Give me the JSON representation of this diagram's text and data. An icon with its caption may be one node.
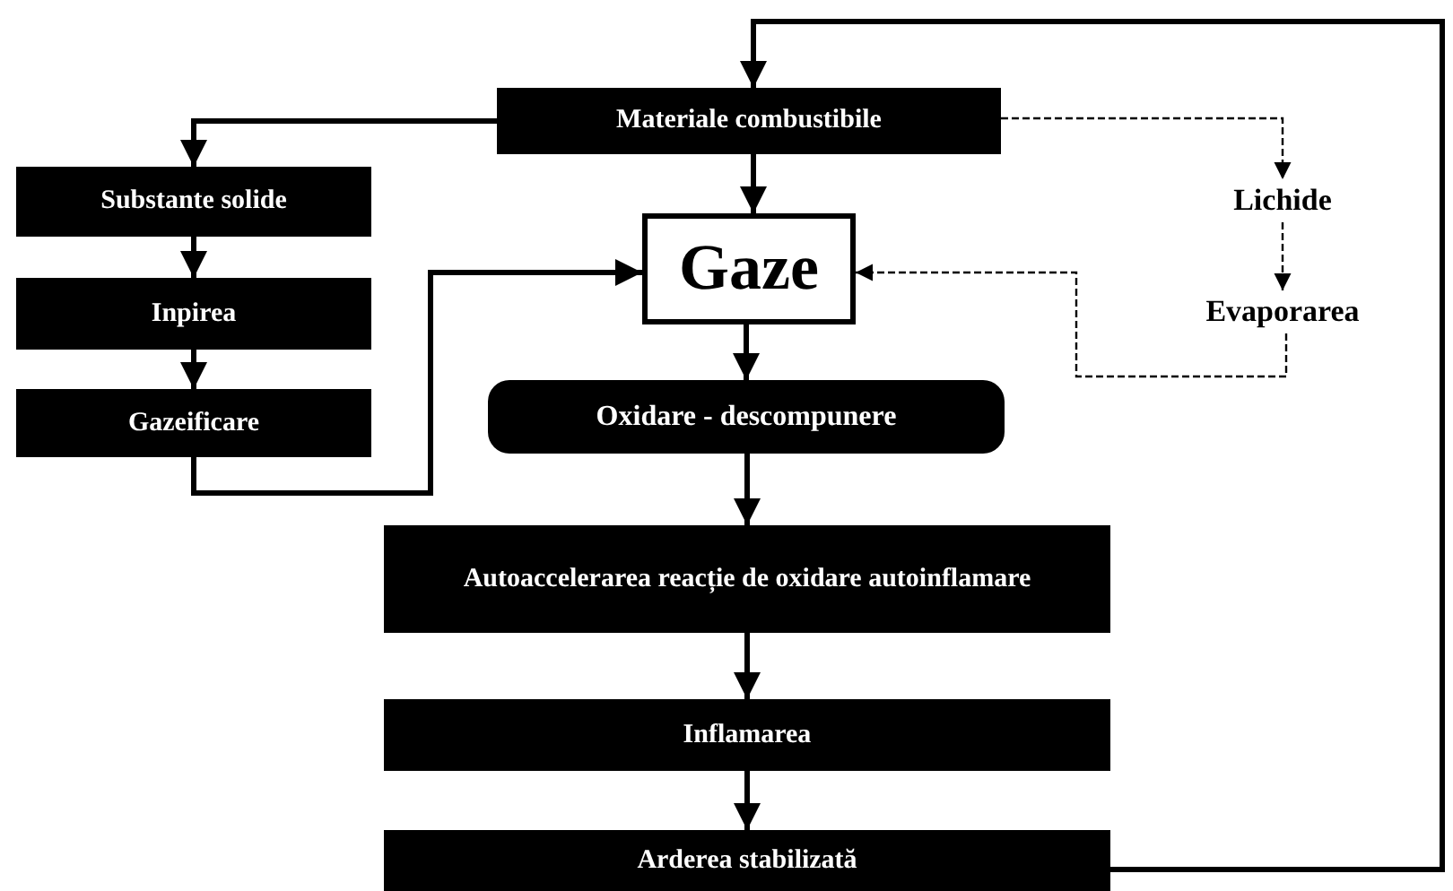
{
  "diagram": {
    "nodes": [
      {
        "text": [
          "Materiale combustibile"
        ]
      },
      {
        "text": [
          "Substante solide"
        ]
      },
      {
        "text": [
          "Inpirea"
        ]
      },
      {
        "text": [
          "Gazeificare"
        ]
      },
      {
        "text": [
          "Gaze"
        ]
      },
      {
        "text": [
          "Lichide"
        ]
      },
      {
        "text": [
          "Evaporarea"
        ]
      },
      {
        "text": [
          "Oxidare - descompunere"
        ]
      },
      {
        "text": [
          "Autoaccelerarea reacție de oxidare autoinflamare"
        ]
      },
      {
        "text": [
          "Inflamarea"
        ]
      },
      {
        "text": [
          "Arderea stabilizată"
        ]
      }
    ],
    "edges": [
      {
        "from": 0,
        "to": 1,
        "arrow": "to"
      },
      {
        "from": 0,
        "to": 4,
        "arrow": "to"
      },
      {
        "from": 0,
        "to": 5,
        "arrow": "to",
        "style": "dashed"
      },
      {
        "from": 1,
        "to": 2,
        "arrow": "to"
      },
      {
        "from": 2,
        "to": 3,
        "arrow": "to"
      },
      {
        "from": 3,
        "to": 4,
        "arrow": "to"
      },
      {
        "from": 5,
        "to": 6,
        "arrow": "to",
        "style": "dashed"
      },
      {
        "from": 6,
        "to": 4,
        "arrow": "to",
        "style": "dashed"
      },
      {
        "from": 4,
        "to": 7,
        "arrow": "to"
      },
      {
        "from": 7,
        "to": 8,
        "arrow": "to"
      },
      {
        "from": 8,
        "to": 9,
        "arrow": "to"
      },
      {
        "from": 9,
        "to": 10,
        "arrow": "to"
      },
      {
        "from": 10,
        "to": 0,
        "arrow": "to"
      }
    ]
  }
}
